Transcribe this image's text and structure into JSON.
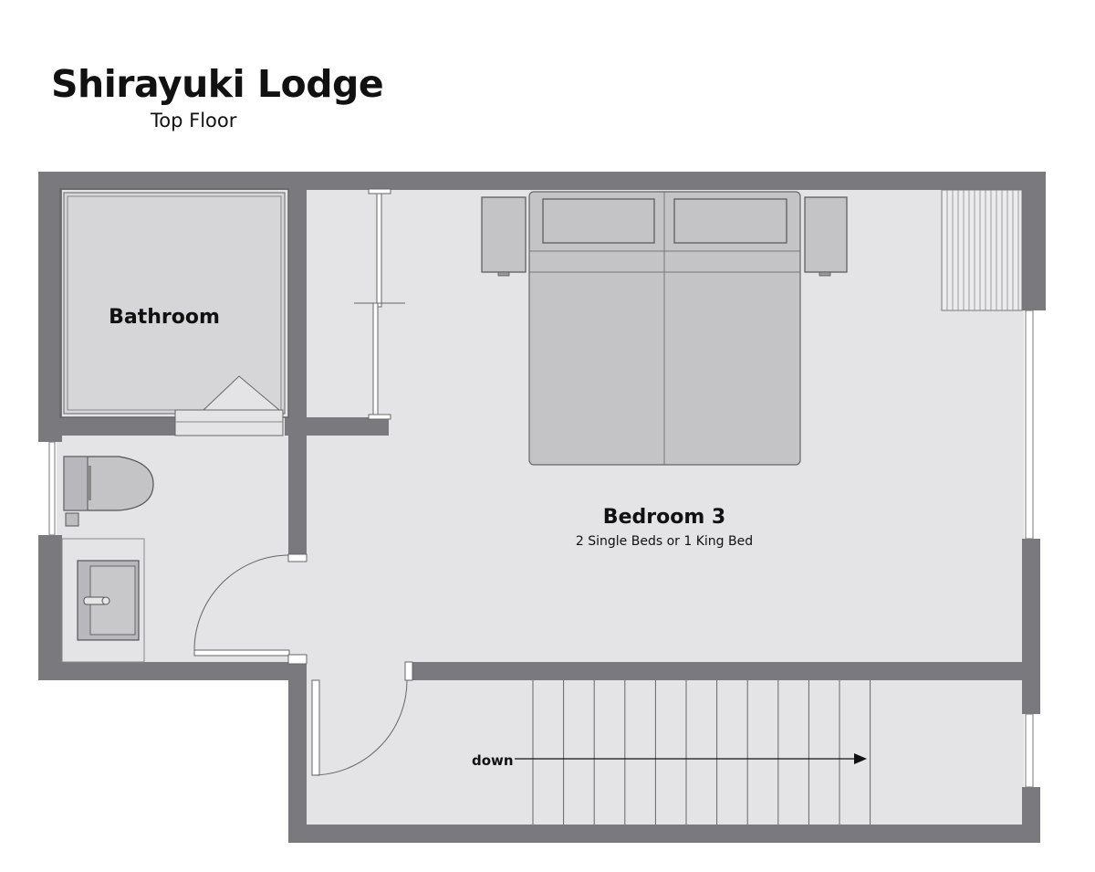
{
  "header": {
    "title": "Shirayuki Lodge",
    "subtitle": "Top Floor"
  },
  "rooms": {
    "bathroom": {
      "label": "Bathroom"
    },
    "bedroom": {
      "label": "Bedroom 3",
      "beds": "2 Single Beds or 1 King Bed"
    }
  },
  "stairs": {
    "direction_label": "down"
  },
  "colors": {
    "wall": "#7a7a7e",
    "floor": "#e4e4e6",
    "furniture": "#c4c4c7",
    "line": "#555555"
  }
}
